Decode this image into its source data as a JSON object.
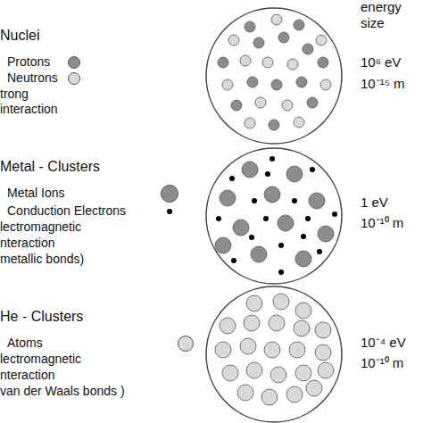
{
  "diagram": {
    "labels": [
      "Nuclei",
      "trong",
      "interaction",
      "Metal - Clusters",
      "lectromagnetic",
      "nteraction",
      "metallic bonds)",
      "He - Clusters",
      "lectromagnetic",
      "nteraction",
      "van der Waals bonds )",
      "energy",
      "size",
      "10⁶ eV",
      "10⁻¹⁵ m",
      "1 eV",
      "10⁻¹⁰ m",
      "10⁻⁴ eV",
      "10⁻¹⁰ m"
    ],
    "legend": [
      {
        "text": "Protons",
        "color": "#8c8c8c"
      },
      {
        "text": "Neutrons",
        "color": "#d9d9d9"
      },
      {
        "text": "Metal Ions",
        "color": "#8c8c8c"
      },
      {
        "text": "Conduction Electrons",
        "color": "#000000"
      },
      {
        "text": "Atoms",
        "color": "#d9d9d9"
      }
    ]
  }
}
